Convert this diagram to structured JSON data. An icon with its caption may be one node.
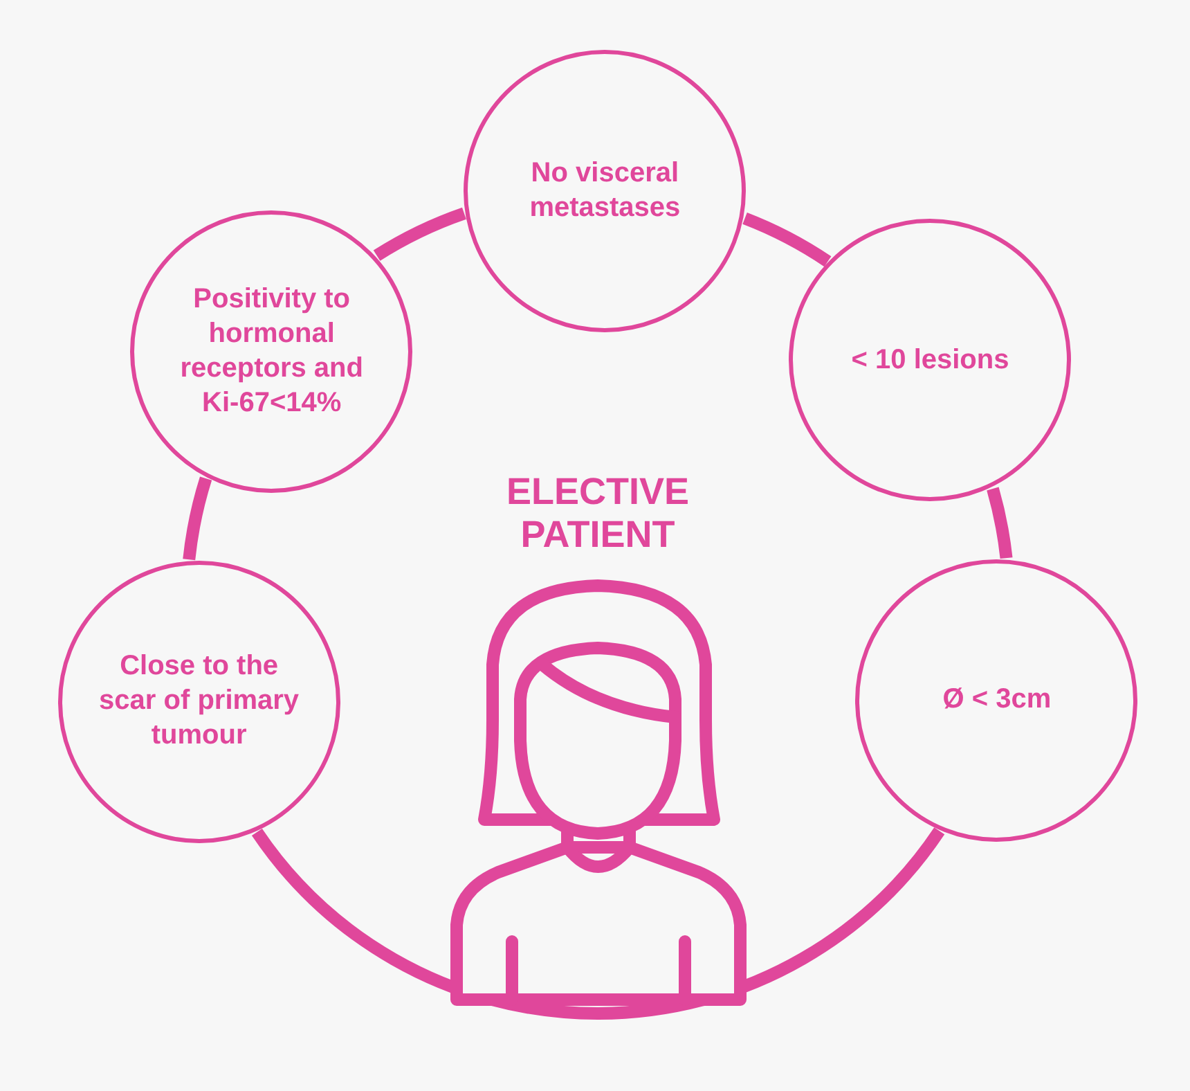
{
  "diagram": {
    "title": "ELECTIVE PATIENT",
    "nodes": [
      {
        "text": [
          "No visceral metastases"
        ]
      },
      {
        "text": [
          "Positivity to hormonal receptors and Ki-67<14%"
        ]
      },
      {
        "text": [
          "< 10 lesions"
        ]
      },
      {
        "text": [
          "Close to the scar of primary tumour"
        ]
      },
      {
        "text": [
          "Ø < 3cm"
        ]
      }
    ],
    "edges": [
      {
        "from": 3,
        "to": 1,
        "arrow": "none"
      },
      {
        "from": 1,
        "to": 0,
        "arrow": "none"
      },
      {
        "from": 0,
        "to": 2,
        "arrow": "none"
      },
      {
        "from": 2,
        "to": 4,
        "arrow": "none"
      },
      {
        "from": 4,
        "to": 3,
        "arrow": "none"
      }
    ]
  }
}
